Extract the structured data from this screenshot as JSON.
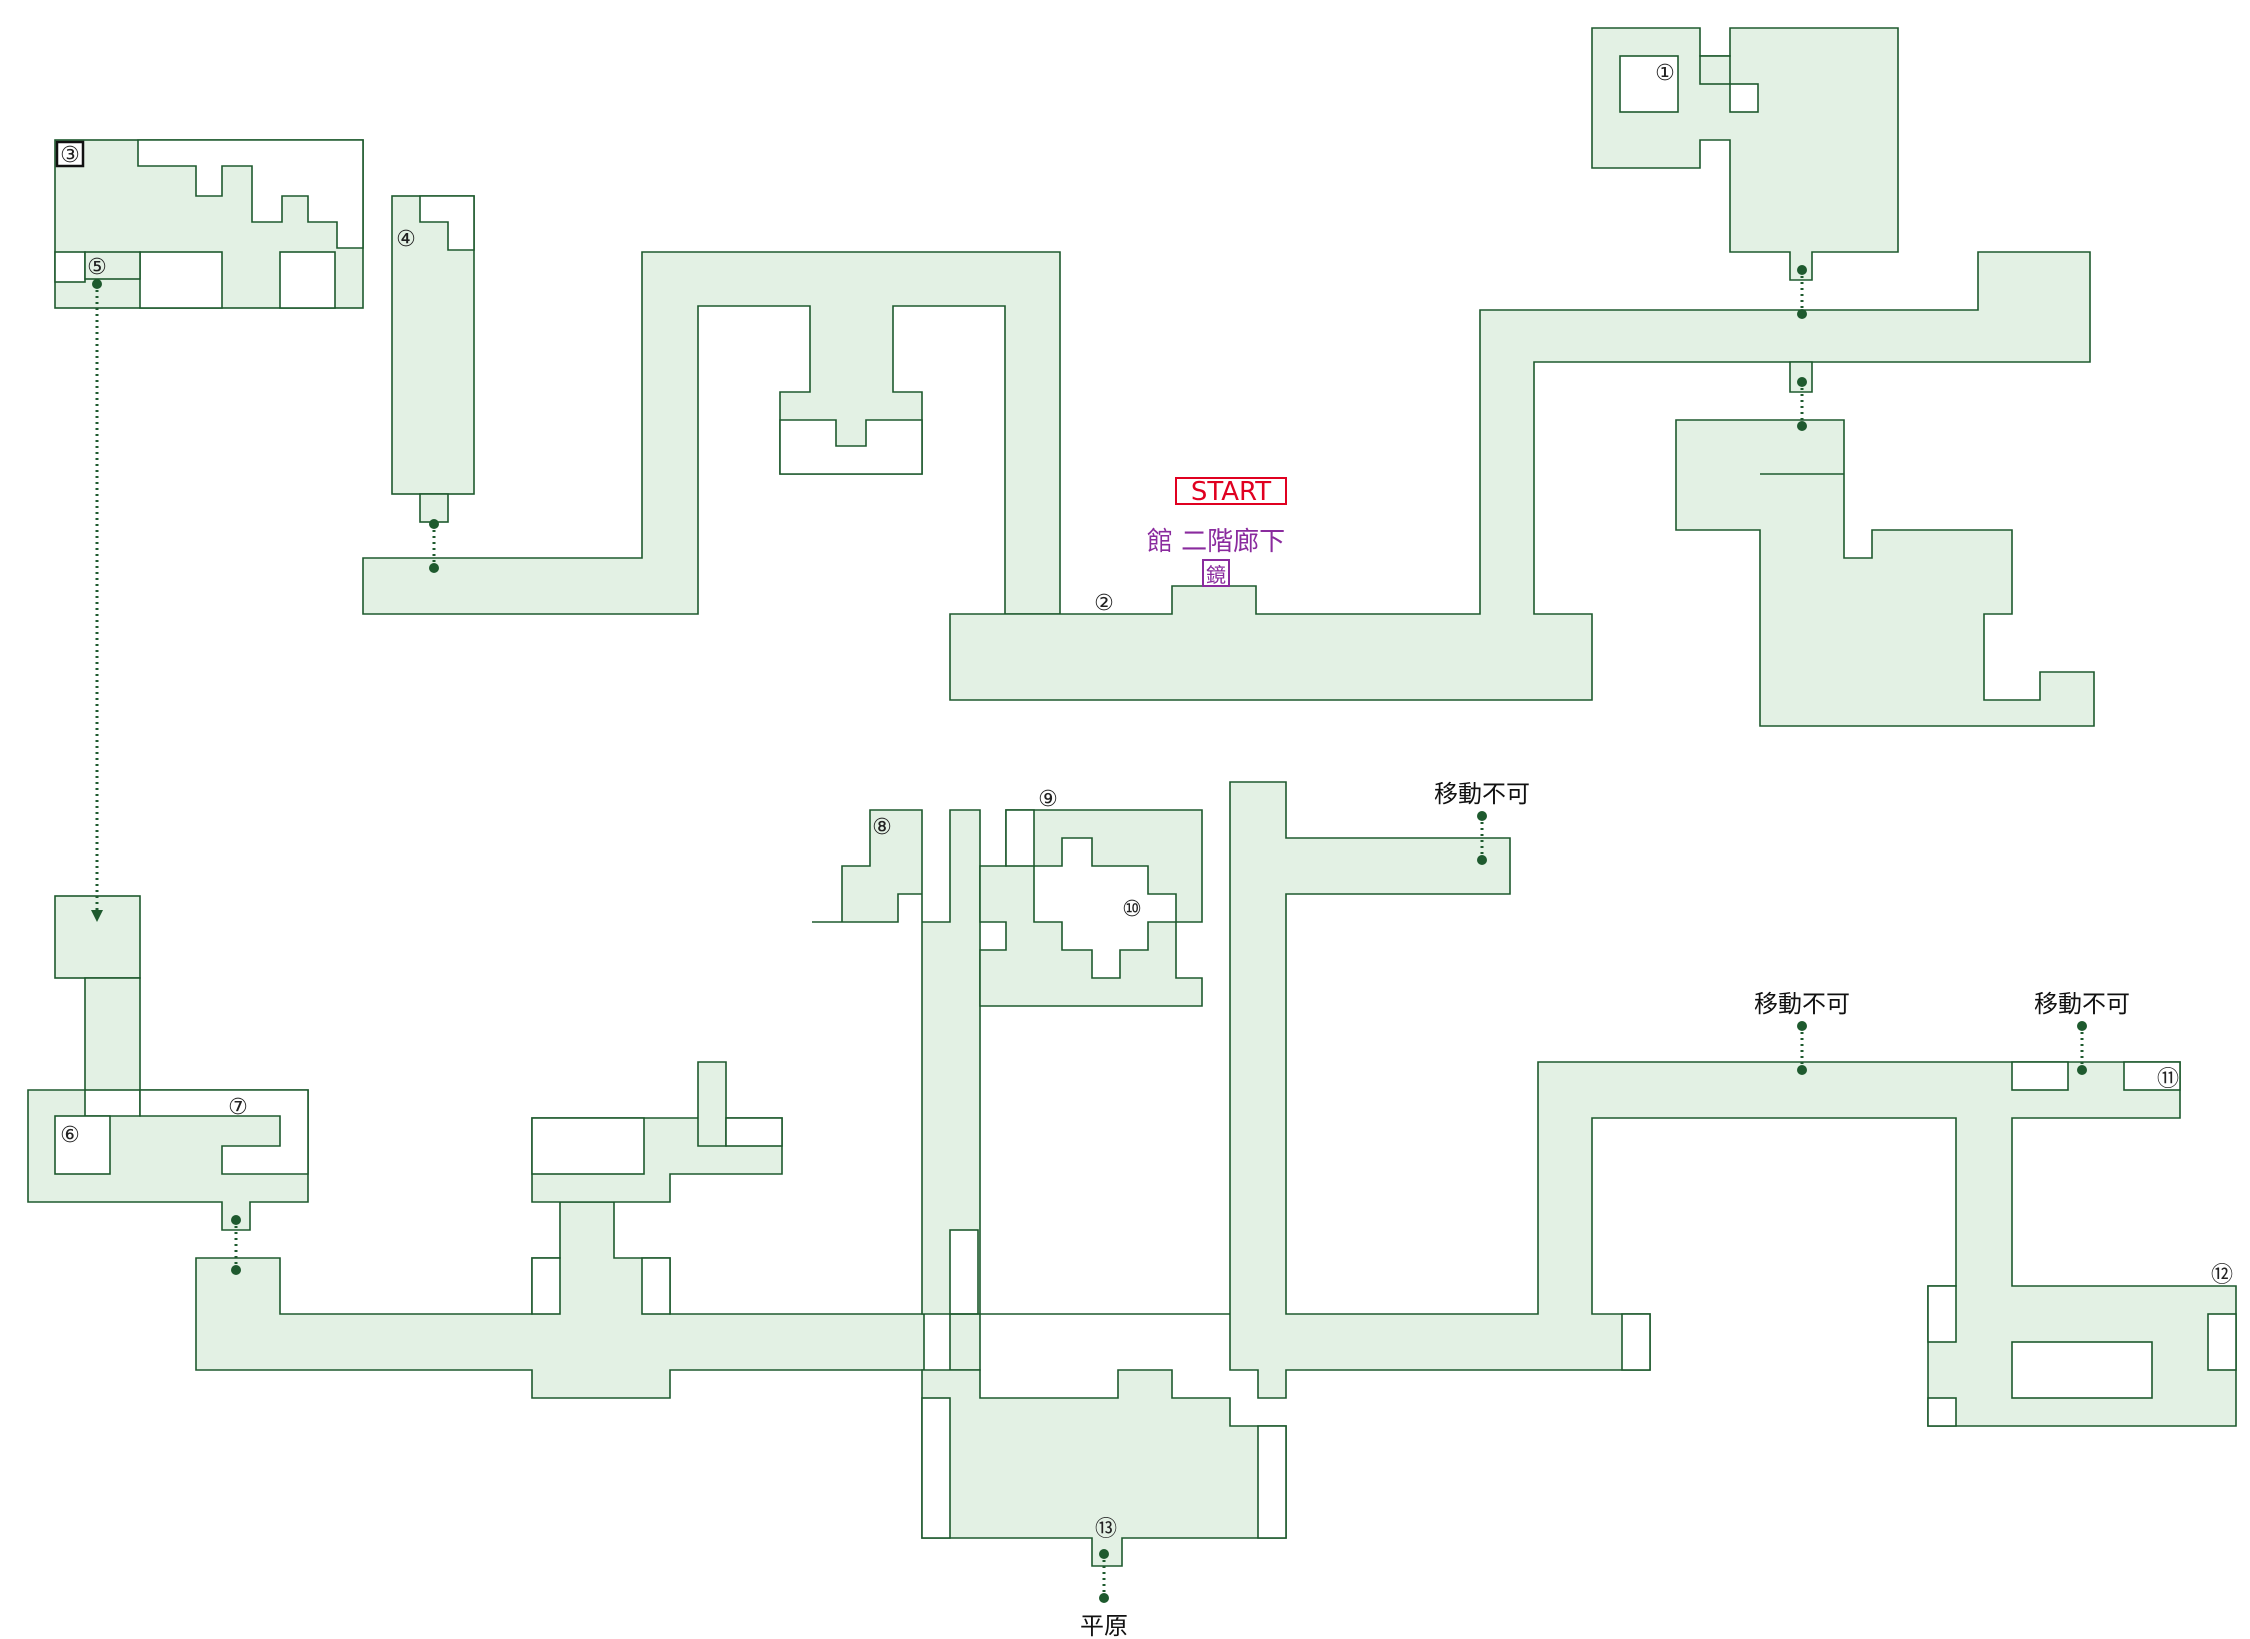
{
  "colors": {
    "floor": "#e3f1e4",
    "wall": "#1e5a2e",
    "start": "#e00020",
    "location": "#8a2b9e"
  },
  "start_label": "START",
  "location_name": "館 二階廊下",
  "mirror_label": "鏡",
  "markers": {
    "m1": "①",
    "m2": "②",
    "m3": "③",
    "m4": "④",
    "m5": "⑤",
    "m6": "⑥",
    "m7": "⑦",
    "m8": "⑧",
    "m9": "⑨",
    "m10": "⑩",
    "m11": "⑪",
    "m12": "⑫",
    "m13": "⑬"
  },
  "blocked_label": "移動不可",
  "exit_label": "平原"
}
